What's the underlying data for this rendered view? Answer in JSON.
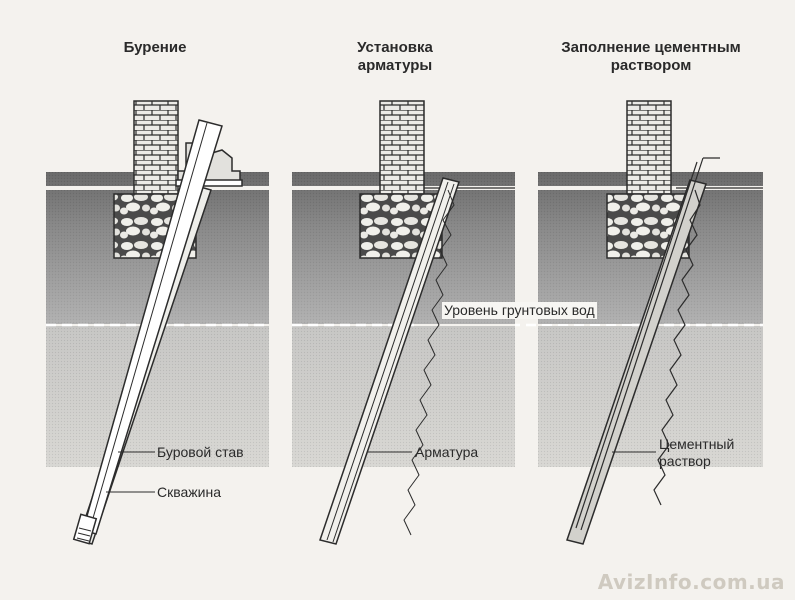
{
  "panels": [
    {
      "title_line1": "Бурение",
      "title_line2": ""
    },
    {
      "title_line1": "Установка",
      "title_line2": "арматуры"
    },
    {
      "title_line1": "Заполнение цементным",
      "title_line2": "раствором"
    }
  ],
  "labels": {
    "groundwater": "Уровень грунтовых вод",
    "drill_rod": "Буровой став",
    "borehole": "Скважина",
    "rebar": "Арматура",
    "grout_line1": "Цементный",
    "grout_line2": "раствор"
  },
  "watermark": "AvizInfo.com.ua"
}
